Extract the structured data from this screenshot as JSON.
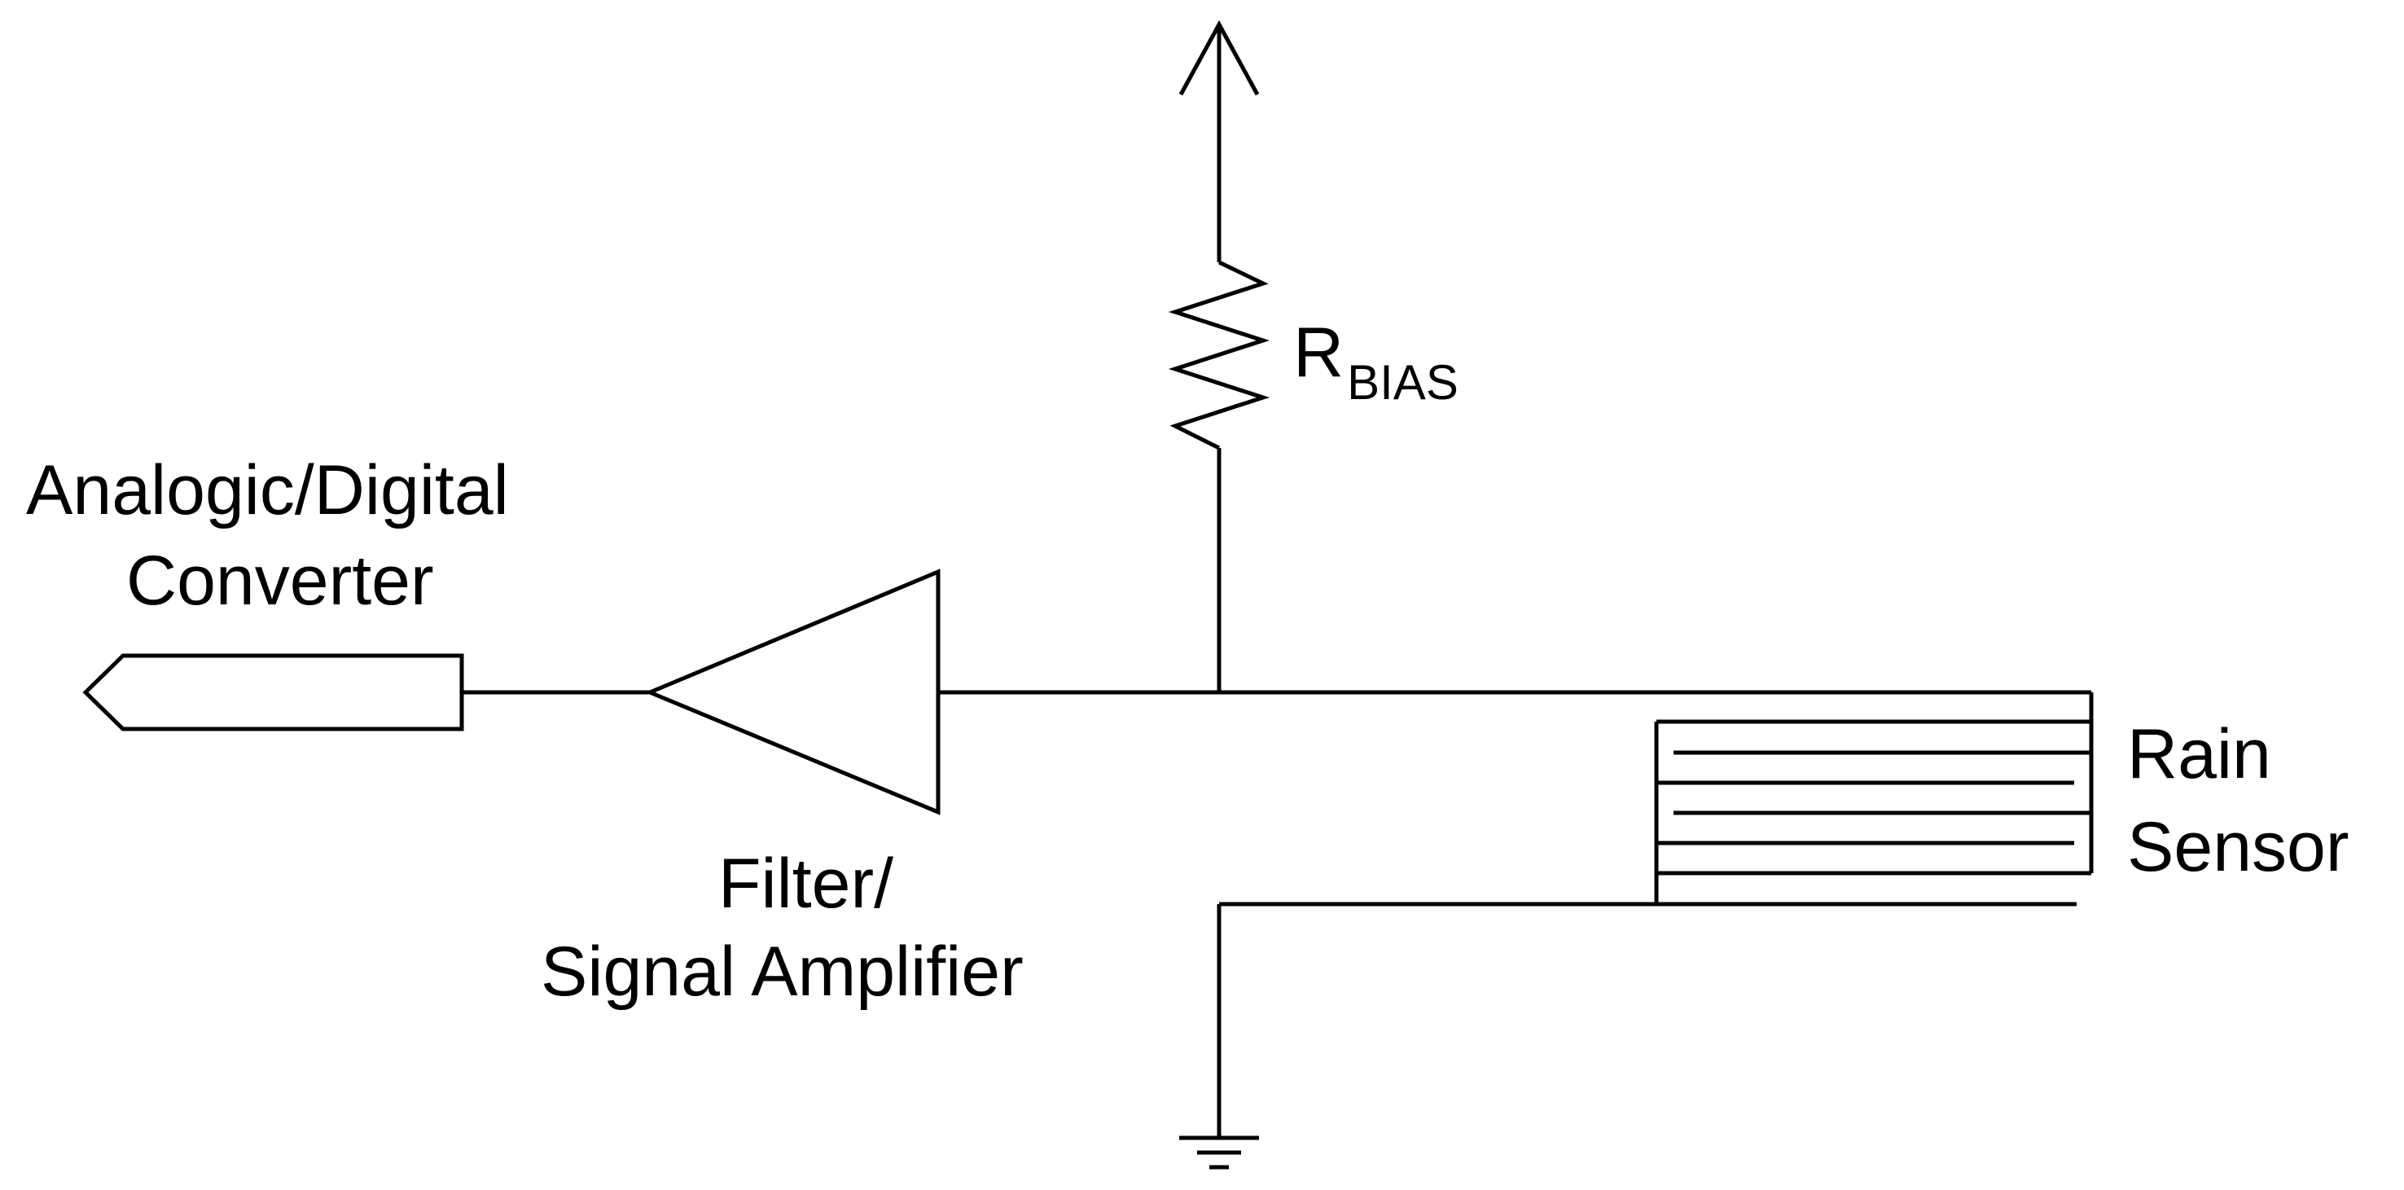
{
  "diagram": {
    "type": "circuit-schematic",
    "labels": {
      "resistor_main": "R",
      "resistor_sub": "BIAS",
      "converter_line1": "Analogic/Digital",
      "converter_line2": "Converter",
      "amplifier_line1": "Filter/",
      "amplifier_line2": "Signal Amplifier",
      "sensor_line1": "Rain",
      "sensor_line2": "Sensor"
    },
    "components": [
      "power-supply-arrow",
      "bias-resistor",
      "analog-digital-converter",
      "filter-signal-amplifier",
      "rain-sensor",
      "ground"
    ],
    "colors": {
      "line": "#000000",
      "background": "#ffffff"
    }
  }
}
